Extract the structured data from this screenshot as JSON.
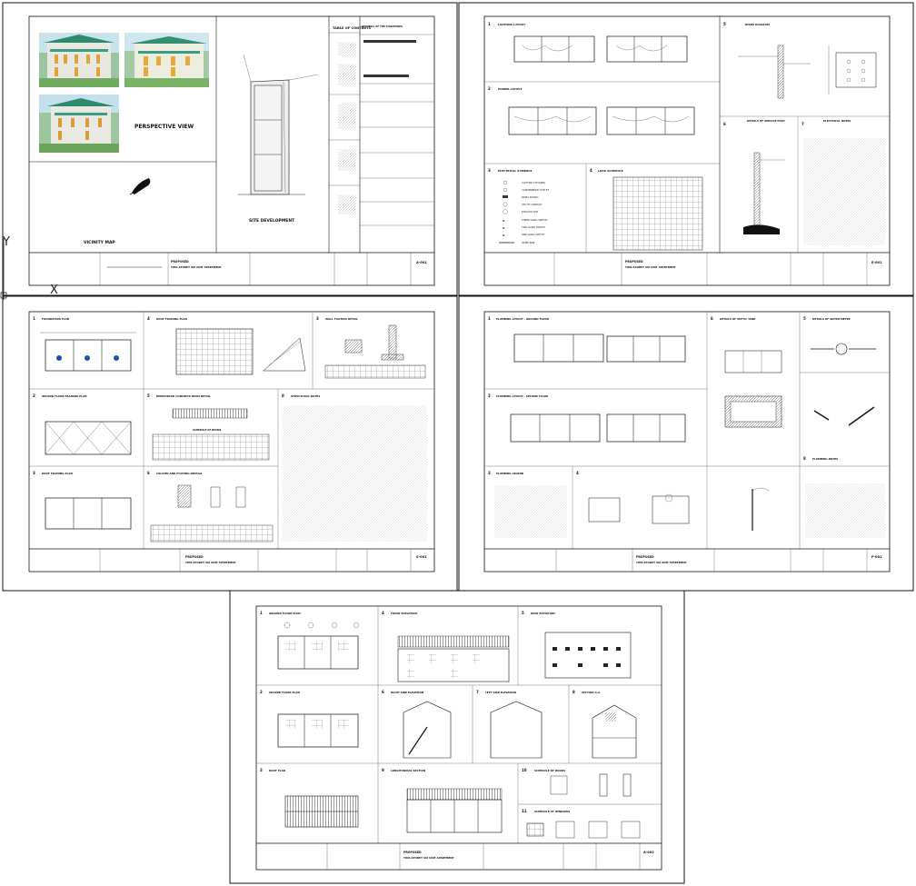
{
  "sheet1": {
    "perspective_label": "PERSPECTIVE VIEW",
    "vicinity_label": "VICINITY MAP",
    "site_label": "SITE DEVELOPMENT",
    "toc_title": "TABLE OF CONTENTS",
    "republic_title": "REPUBLIC OF THE PHILIPPINES",
    "sheet_no": "A-001"
  },
  "sheet2": {
    "lighting_title": "LIGHTING LAYOUT",
    "power_title": "POWER LAYOUT",
    "riser_title": "RISER DIAGRAM",
    "symbols_title": "ELECTRICAL SYMBOLS",
    "load_title": "LOAD SCHEDULE",
    "detail_title": "DETAILS OF SERVICE POST",
    "notes_title": "ELECTRICAL NOTES",
    "sheet_no": "E-001",
    "symbols": [
      "LIGHTING FIXTURES",
      "CONVENIENCE OUTLET",
      "PANEL BOARD",
      "UTILITY CONDUIT",
      "EXHAUST FAN",
      "THREE-GANG SWITCH",
      "TWO-GANG SWITCH",
      "ONE-GANG SWITCH",
      "HOME RUN"
    ]
  },
  "sheet3": {
    "foundation_title": "FOUNDATION PLAN",
    "roof_framing_title": "ROOF FRAMING PLAN",
    "wall_footing_title": "WALL FOOTING DETAIL",
    "second_floor_title": "SECOND FLOOR FRAMING PLAN",
    "beam_title": "REINFORCED CONCRETE BEAM DETAIL",
    "notes_title": "STRUCTURAL NOTES",
    "roof_title": "ROOF FRAMING PLAN",
    "column_title": "COLUMN AND FOOTING DETAILS",
    "schedule_title": "SCHEDULE OF BEAMS",
    "sheet_no": "S-001"
  },
  "sheet4": {
    "plumbing1_title": "PLUMBING LAYOUT - GROUND FLOOR",
    "plumbing2_title": "PLUMBING LAYOUT - SECOND FLOOR",
    "septic_title": "DETAILS OF SEPTIC TANK",
    "legend_title": "PLUMBING LEGEND",
    "water_title": "DETAILS OF WATER METER",
    "notes_title": "PLUMBING NOTES",
    "sheet_no": "P-001"
  },
  "sheet5": {
    "ground_plan_title": "GROUND FLOOR PLAN",
    "front_elev_title": "FRONT ELEVATION",
    "rear_elev_title": "REAR ELEVATION",
    "second_plan_title": "SECOND FLOOR PLAN",
    "right_elev_title": "RIGHT SIDE ELEVATION",
    "left_elev_title": "LEFT SIDE ELEVATION",
    "section_title": "SECTION A-A",
    "roof_plan_title": "ROOF PLAN",
    "long_section_title": "LONGITUDINAL SECTION",
    "doors_title": "SCHEDULE OF DOORS",
    "windows_title": "SCHEDULE OF WINDOWS",
    "sheet_no": "A-002"
  },
  "title_block": {
    "project": "PROPOSED",
    "project_name": "TWO-STOREY SIX UNIT APARTMENT"
  },
  "axis": {
    "y_label": "Y",
    "x_label": "X"
  }
}
